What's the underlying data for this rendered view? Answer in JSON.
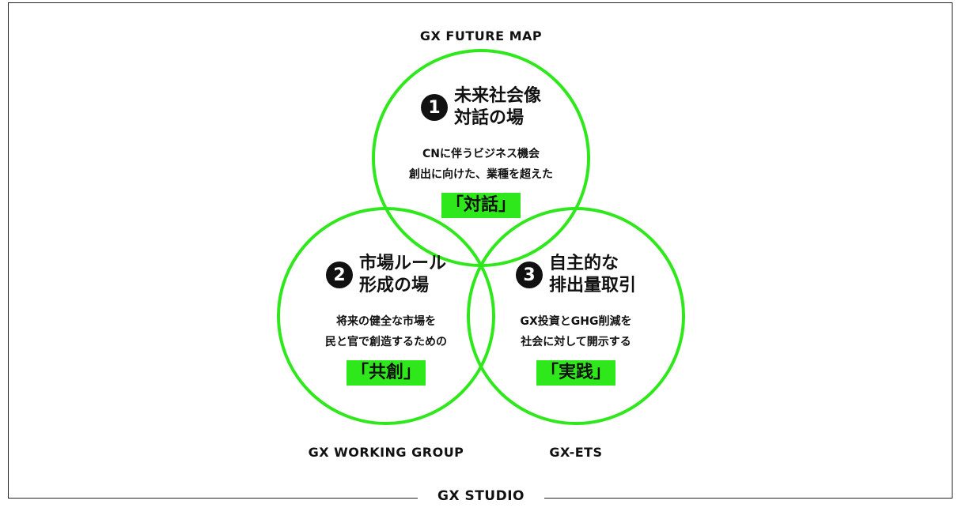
{
  "outer_label": "GX STUDIO",
  "colors": {
    "circle_stroke": "#2fe81c",
    "tag_bg": "#2fe81c",
    "frame": "#222222"
  },
  "groups": [
    {
      "label": "GX FUTURE MAP",
      "number": "1",
      "title_lines": [
        "未来社会像",
        "対話の場"
      ],
      "desc_lines": [
        "CNに伴うビジネス機会",
        "創出に向けた、業種を超えた"
      ],
      "tag": "「対話」"
    },
    {
      "label": "GX WORKING GROUP",
      "number": "2",
      "title_lines": [
        "市場ルール",
        "形成の場"
      ],
      "desc_lines": [
        "将来の健全な市場を",
        "民と官で創造するための"
      ],
      "tag": "「共創」"
    },
    {
      "label": "GX-ETS",
      "number": "3",
      "title_lines": [
        "自主的な",
        "排出量取引"
      ],
      "desc_lines": [
        "GX投資とGHG削減を",
        "社会に対して開示する"
      ],
      "tag": "「実践」"
    }
  ]
}
